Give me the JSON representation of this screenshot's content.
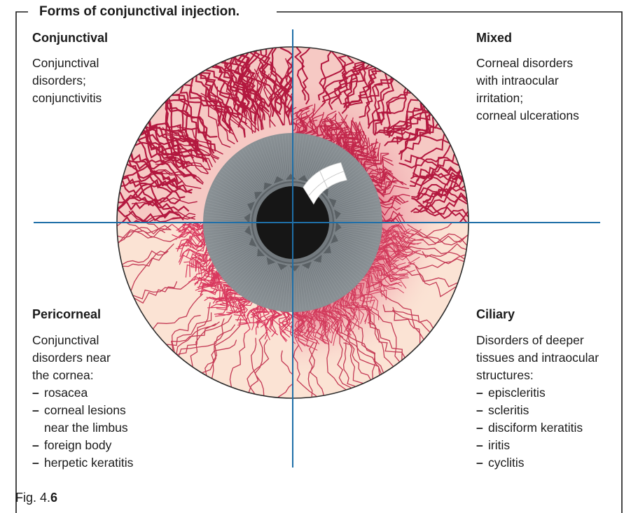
{
  "title": "Forms of conjunctival injection.",
  "quadrants": {
    "top_left": {
      "heading": "Conjunctival",
      "lines": [
        "Conjunctival",
        "disorders;",
        "conjunctivitis"
      ]
    },
    "top_right": {
      "heading": "Mixed",
      "lines": [
        "Corneal disorders",
        "with intraocular",
        "irritation;",
        "corneal ulcerations"
      ]
    },
    "bottom_left": {
      "heading": "Pericorneal",
      "lines": [
        "Conjunctival",
        "disorders near",
        "the cornea:"
      ],
      "items": [
        "rosacea",
        "corneal lesions",
        "foreign body",
        "herpetic keratitis"
      ],
      "item_continuation": "near the limbus"
    },
    "bottom_right": {
      "heading": "Ciliary",
      "lines": [
        "Disorders of deeper",
        "tissues and intraocular",
        "structures:"
      ],
      "items": [
        "episcleritis",
        "scleritis",
        "disciform keratitis",
        "iritis",
        "cyclitis"
      ]
    }
  },
  "figure": {
    "prefix": "Fig. 4.",
    "number": "6"
  },
  "colors": {
    "frame": "#1a1a1a",
    "axis": "#1f6fa8",
    "sclera_upper": "#f6c9c4",
    "sclera_lower": "#fbe3d4",
    "vessel": "#b3183f",
    "vessel_fine": "#d9385e",
    "ciliary_flush": "#e87a8e",
    "iris": "#7d8489",
    "iris_dark": "#5e6468",
    "pupil": "#161616",
    "highlight": "#ffffff"
  }
}
